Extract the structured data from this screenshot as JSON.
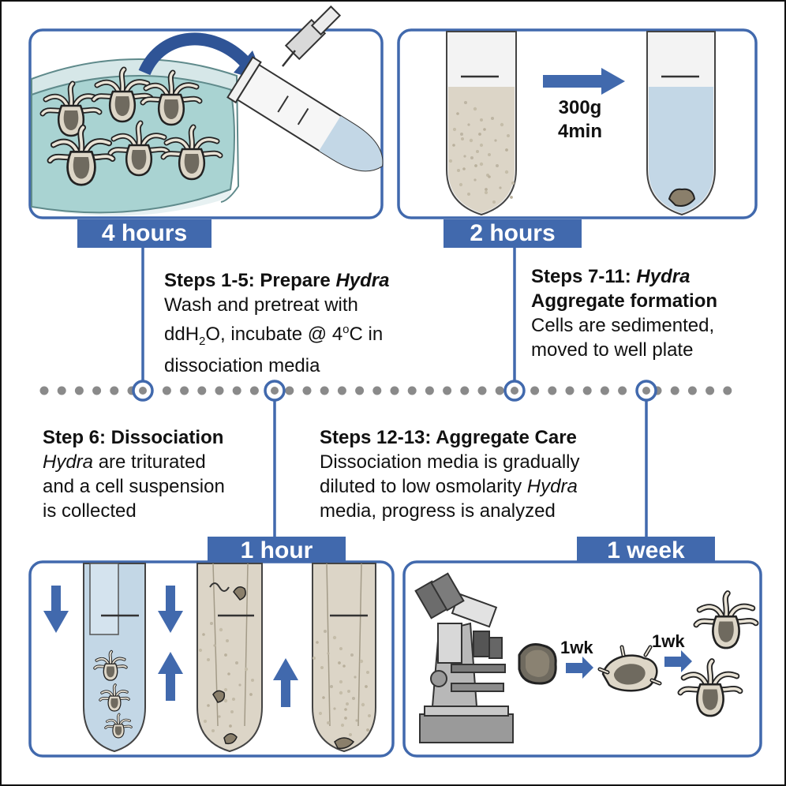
{
  "colors": {
    "blue": "#4169ad",
    "blue_dark": "#2f5496",
    "dot": "#8a8a8a",
    "tube_liquid": "#c3d7e6",
    "cell_suspension": "#dcd5c7",
    "dish_liquid": "#a9d3d2",
    "hydra_body": "#6f6a5f",
    "hydra_outline": "#222222"
  },
  "icons": {
    "transfer": "curved-arrow-icon",
    "centrifuge": "right-arrow-icon",
    "triturate": "up-down-arrow-icon",
    "growth": "right-arrow-icon"
  },
  "panels": {
    "prepare": {
      "time_label": "4 hours"
    },
    "sediment": {
      "time_label": "2 hours",
      "spin_speed": "300g",
      "spin_time": "4min"
    },
    "dissociate": {
      "time_label": "1 hour"
    },
    "care": {
      "time_label": "1 week",
      "growth_step_1": "1wk",
      "growth_step_2": "1wk"
    }
  },
  "steps": {
    "s1": {
      "title_pre": "Steps 1-5: Prepare ",
      "title_em": "Hydra",
      "line1": "Wash and pretreat with",
      "line2_a": "ddH",
      "line2_sub": "2",
      "line2_b": "O, incubate @ 4",
      "line2_sup": "o",
      "line2_c": "C in",
      "line3": "dissociation media"
    },
    "s2": {
      "title_a": "Steps 7-11: ",
      "title_em": "Hydra",
      "title_b": "Aggregate formation",
      "line1": "Cells are sedimented,",
      "line2": "moved to well plate"
    },
    "s3": {
      "title": "Step 6: Dissociation",
      "line1_em": "Hydra",
      "line1_b": " are triturated",
      "line2": "and a cell suspension",
      "line3": "is collected"
    },
    "s4": {
      "title": "Steps 12-13: Aggregate Care",
      "line1": "Dissociation media is gradually",
      "line2_a": "diluted to low osmolarity ",
      "line2_em": "Hydra",
      "line3": "media, progress is analyzed"
    }
  }
}
